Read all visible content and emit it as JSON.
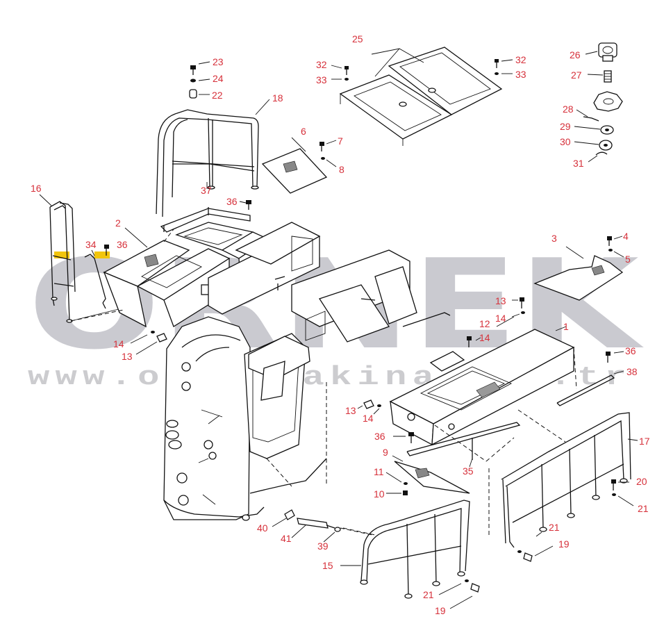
{
  "colors": {
    "callout_text": "#d6303a",
    "line_art": "#111111",
    "watermark": "#c8c8ce",
    "watermark_accent": "#f2c200"
  },
  "watermark": {
    "brand": "ORNEK",
    "url": "www.ornekmakina.com.tr"
  },
  "callouts": [
    {
      "id": "c1",
      "label": "1"
    },
    {
      "id": "c2",
      "label": "2"
    },
    {
      "id": "c3",
      "label": "3"
    },
    {
      "id": "c4",
      "label": "4"
    },
    {
      "id": "c5",
      "label": "5"
    },
    {
      "id": "c6",
      "label": "6"
    },
    {
      "id": "c7",
      "label": "7"
    },
    {
      "id": "c8",
      "label": "8"
    },
    {
      "id": "c9",
      "label": "9"
    },
    {
      "id": "c10",
      "label": "10"
    },
    {
      "id": "c11",
      "label": "11"
    },
    {
      "id": "c12",
      "label": "12"
    },
    {
      "id": "c13a",
      "label": "13"
    },
    {
      "id": "c13b",
      "label": "13"
    },
    {
      "id": "c13c",
      "label": "13"
    },
    {
      "id": "c14a",
      "label": "14"
    },
    {
      "id": "c14b",
      "label": "14"
    },
    {
      "id": "c14c",
      "label": "14"
    },
    {
      "id": "c14d",
      "label": "14"
    },
    {
      "id": "c15",
      "label": "15"
    },
    {
      "id": "c16",
      "label": "16"
    },
    {
      "id": "c17",
      "label": "17"
    },
    {
      "id": "c18",
      "label": "18"
    },
    {
      "id": "c19a",
      "label": "19"
    },
    {
      "id": "c19b",
      "label": "19"
    },
    {
      "id": "c20",
      "label": "20"
    },
    {
      "id": "c21a",
      "label": "21"
    },
    {
      "id": "c21b",
      "label": "21"
    },
    {
      "id": "c21c",
      "label": "21"
    },
    {
      "id": "c22",
      "label": "22"
    },
    {
      "id": "c23",
      "label": "23"
    },
    {
      "id": "c24",
      "label": "24"
    },
    {
      "id": "c25",
      "label": "25"
    },
    {
      "id": "c26",
      "label": "26"
    },
    {
      "id": "c27",
      "label": "27"
    },
    {
      "id": "c28",
      "label": "28"
    },
    {
      "id": "c29",
      "label": "29"
    },
    {
      "id": "c30",
      "label": "30"
    },
    {
      "id": "c31",
      "label": "31"
    },
    {
      "id": "c32a",
      "label": "32"
    },
    {
      "id": "c32b",
      "label": "32"
    },
    {
      "id": "c33a",
      "label": "33"
    },
    {
      "id": "c33b",
      "label": "33"
    },
    {
      "id": "c34",
      "label": "34"
    },
    {
      "id": "c35",
      "label": "35"
    },
    {
      "id": "c36a",
      "label": "36"
    },
    {
      "id": "c36b",
      "label": "36"
    },
    {
      "id": "c36c",
      "label": "36"
    },
    {
      "id": "c36d",
      "label": "36"
    },
    {
      "id": "c37",
      "label": "37"
    },
    {
      "id": "c38",
      "label": "38"
    },
    {
      "id": "c39",
      "label": "39"
    },
    {
      "id": "c40",
      "label": "40"
    },
    {
      "id": "c41",
      "label": "41"
    }
  ]
}
